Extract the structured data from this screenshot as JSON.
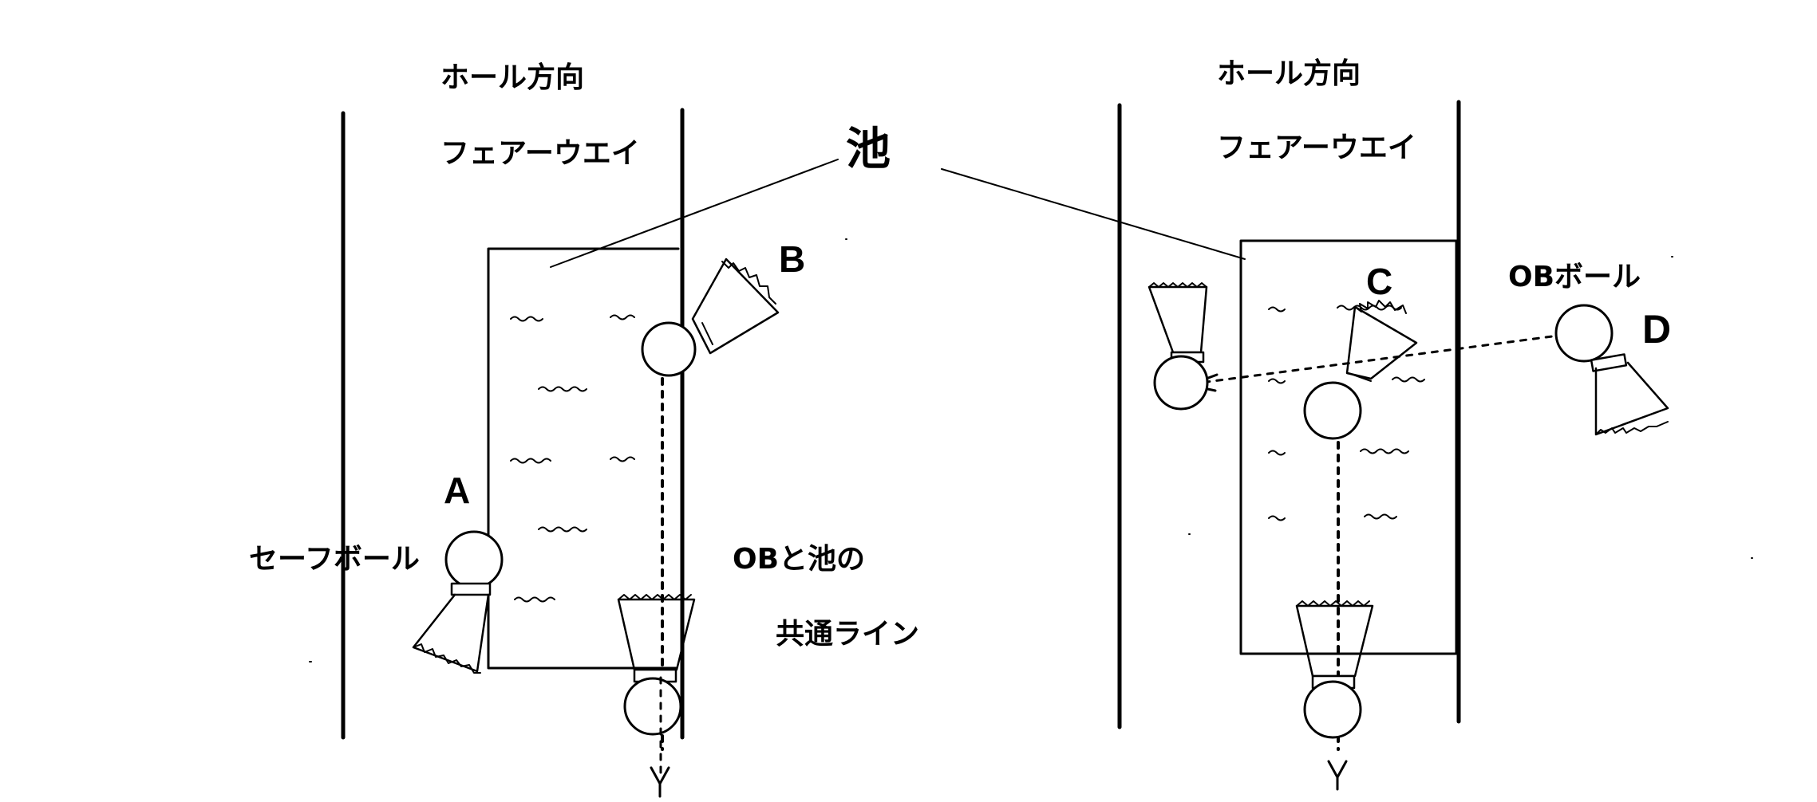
{
  "labels": {
    "left_hole_direction": "ホール方向",
    "left_fairway": "フェアーウエイ",
    "right_hole_direction": "ホール方向",
    "right_fairway": "フェアーウエイ",
    "pond": "池",
    "safe_ball": "セーフボール",
    "ob_pond_line_1": "OBと池の",
    "ob_pond_line_2": "共通ライン",
    "ob_ball": "OBボール"
  },
  "balls": {
    "a": "A",
    "b": "B",
    "c": "C",
    "d": "D"
  },
  "colors": {
    "ink": "#000000",
    "paper": "#ffffff"
  }
}
